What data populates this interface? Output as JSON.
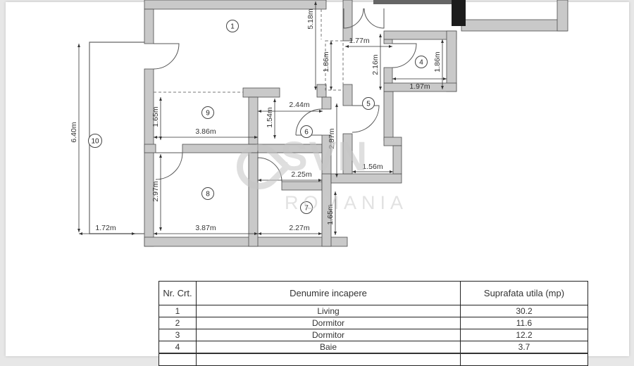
{
  "plan": {
    "rooms": {
      "r1": "1",
      "r4": "4",
      "r5": "5",
      "r6": "6",
      "r7": "7",
      "r8": "8",
      "r9": "9",
      "r10": "10"
    },
    "dims": {
      "d1": "5.18m",
      "d2": "1.77m",
      "d3": "1.86m",
      "d4": "2.16m",
      "d5": "1.97m",
      "d6": "1.86m",
      "d7": "2.44m",
      "d8": "1.54m",
      "d9": "1.65m",
      "d10": "3.86m",
      "d11": "6.40m",
      "d12": "2.87m",
      "d13": "1.56m",
      "d14": "2.25m",
      "d15": "2.97m",
      "d16": "1.65m",
      "d17": "1.72m",
      "d18": "3.87m",
      "d19": "2.27m"
    },
    "colors": {
      "wall_fill": "#c9c9c9",
      "wall_stroke": "#4d4d4d",
      "dimension_text": "#333333",
      "watermark_gray": "#c6c6c6"
    }
  },
  "watermark": {
    "brand": "SVN",
    "region": "ROMANIA"
  },
  "table": {
    "headers": {
      "col1": "Nr. Crt.",
      "col2": "Denumire incapere",
      "col3": "Suprafata utila (mp)"
    },
    "rows": [
      {
        "nr": "1",
        "name": "Living",
        "area": "30.2"
      },
      {
        "nr": "2",
        "name": "Dormitor",
        "area": "11.6"
      },
      {
        "nr": "3",
        "name": "Dormitor",
        "area": "12.2"
      },
      {
        "nr": "4",
        "name": "Baie",
        "area": "3.7"
      }
    ]
  }
}
